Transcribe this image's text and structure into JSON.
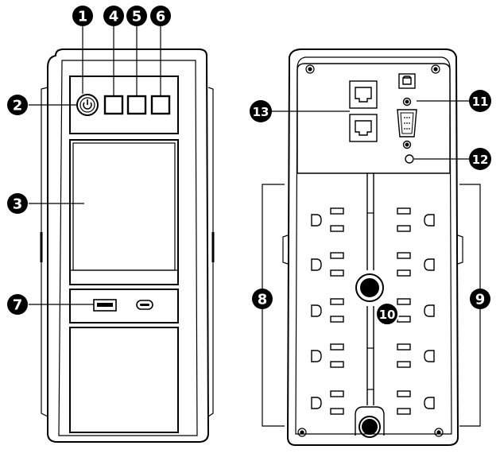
{
  "figure": {
    "front_view": {
      "callouts": [
        {
          "id": "front-power",
          "label": "1"
        },
        {
          "id": "front-power-side",
          "label": "2"
        },
        {
          "id": "front-lcd",
          "label": "3"
        },
        {
          "id": "front-button-a",
          "label": "4"
        },
        {
          "id": "front-button-b",
          "label": "5"
        },
        {
          "id": "front-button-c",
          "label": "6"
        },
        {
          "id": "front-usb",
          "label": "7"
        }
      ]
    },
    "rear_view": {
      "callouts": [
        {
          "id": "rear-left-outlets",
          "label": "8"
        },
        {
          "id": "rear-right-outlets",
          "label": "9"
        },
        {
          "id": "rear-breaker",
          "label": "10"
        },
        {
          "id": "rear-serial",
          "label": "11"
        },
        {
          "id": "rear-wiring-fault",
          "label": "12"
        },
        {
          "id": "rear-network",
          "label": "13"
        }
      ]
    },
    "colors": {
      "line": "#000000",
      "panel": "#ffffff",
      "callout_fill": "#000000",
      "callout_text": "#ffffff"
    }
  }
}
